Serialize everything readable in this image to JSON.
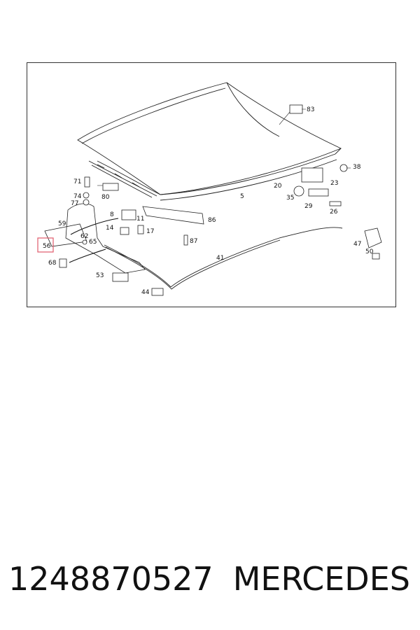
{
  "diagram": {
    "callouts": {
      "c83": "83",
      "c38": "38",
      "c71": "71",
      "c74": "74",
      "c77": "77",
      "c80": "80",
      "c20": "20",
      "c23": "23",
      "c5": "5",
      "c35": "35",
      "c29": "29",
      "c26": "26",
      "c59": "59",
      "c8": "8",
      "c11": "11",
      "c86": "86",
      "c14": "14",
      "c17": "17",
      "c62": "62",
      "c56": "56",
      "c65": "65",
      "c87": "87",
      "c47": "47",
      "c50": "50",
      "c41": "41",
      "c68": "68",
      "c53": "53",
      "c44": "44"
    },
    "highlight_color": "#e05a6a"
  },
  "footer": {
    "part_number": "1248870527",
    "brand": "MERCEDES"
  }
}
